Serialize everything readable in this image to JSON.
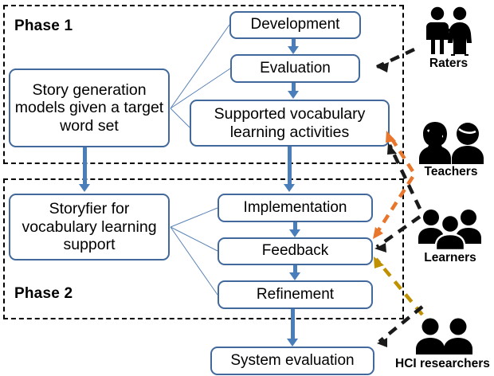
{
  "figure": {
    "title": "Two-phase research framework diagram",
    "phases": [
      {
        "id": "phase1",
        "label": "Phase 1"
      },
      {
        "id": "phase2",
        "label": "Phase 2"
      }
    ],
    "nodes": [
      {
        "id": "story-models",
        "label": "Story generation models given a target word set"
      },
      {
        "id": "development",
        "label": "Development"
      },
      {
        "id": "evaluation",
        "label": "Evaluation"
      },
      {
        "id": "supported-activities",
        "label": "Supported vocabulary learning activities"
      },
      {
        "id": "storyfier",
        "label": "Storyfier for vocabulary learning support"
      },
      {
        "id": "implementation",
        "label": "Implementation"
      },
      {
        "id": "feedback",
        "label": "Feedback"
      },
      {
        "id": "refinement",
        "label": "Refinement"
      },
      {
        "id": "system-evaluation",
        "label": "System evaluation"
      }
    ],
    "stakeholders": [
      {
        "id": "raters",
        "label": "Raters",
        "icon": "two-people-icon"
      },
      {
        "id": "teachers",
        "label": "Teachers",
        "icon": "two-teachers-icon"
      },
      {
        "id": "learners",
        "label": "Learners",
        "icon": "three-people-icon"
      },
      {
        "id": "hci-researchers",
        "label": "HCI researchers",
        "icon": "two-researchers-icon"
      }
    ],
    "colors": {
      "node_border": "#41699c",
      "flow_arrow": "#4a7ebb",
      "frame": "#000000",
      "stakeholder_arrow_black": "#1a1a1a",
      "stakeholder_arrow_orange": "#e8762c",
      "stakeholder_arrow_gold": "#bf9000"
    }
  }
}
